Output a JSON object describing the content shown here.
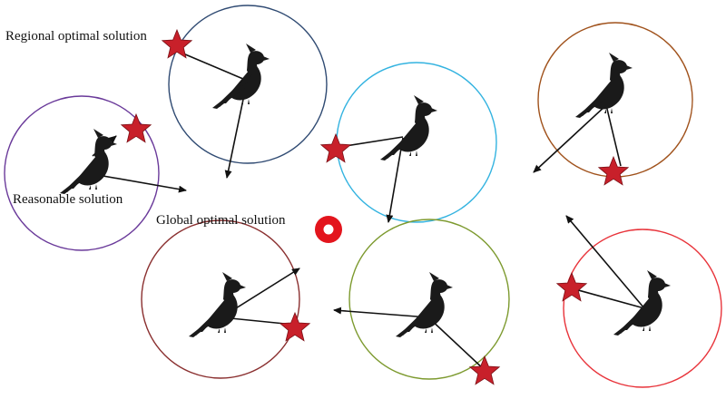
{
  "labels": {
    "regional": "Regional optimal solution",
    "reasonable": "Reasonable solution",
    "global": "Global optimal solution"
  },
  "colors": {
    "star": "#c8202a",
    "star_stroke": "#7a0f15",
    "target": "#e3151d",
    "arrow": "#111111",
    "bird": "#1a1a1a"
  },
  "circles": [
    {
      "name": "purple-circle",
      "color": "#6a3a9a"
    },
    {
      "name": "navy-circle",
      "color": "#2f4a72"
    },
    {
      "name": "cyan-circle",
      "color": "#33b3e0"
    },
    {
      "name": "brown-circle",
      "color": "#a0521c"
    },
    {
      "name": "maroon-circle",
      "color": "#8a2f2f"
    },
    {
      "name": "olive-circle",
      "color": "#7d9a2f"
    },
    {
      "name": "red-circle",
      "color": "#e8333a"
    }
  ],
  "icons": {
    "bird": "bird-icon",
    "star": "star-icon",
    "target": "target-ring-icon"
  }
}
